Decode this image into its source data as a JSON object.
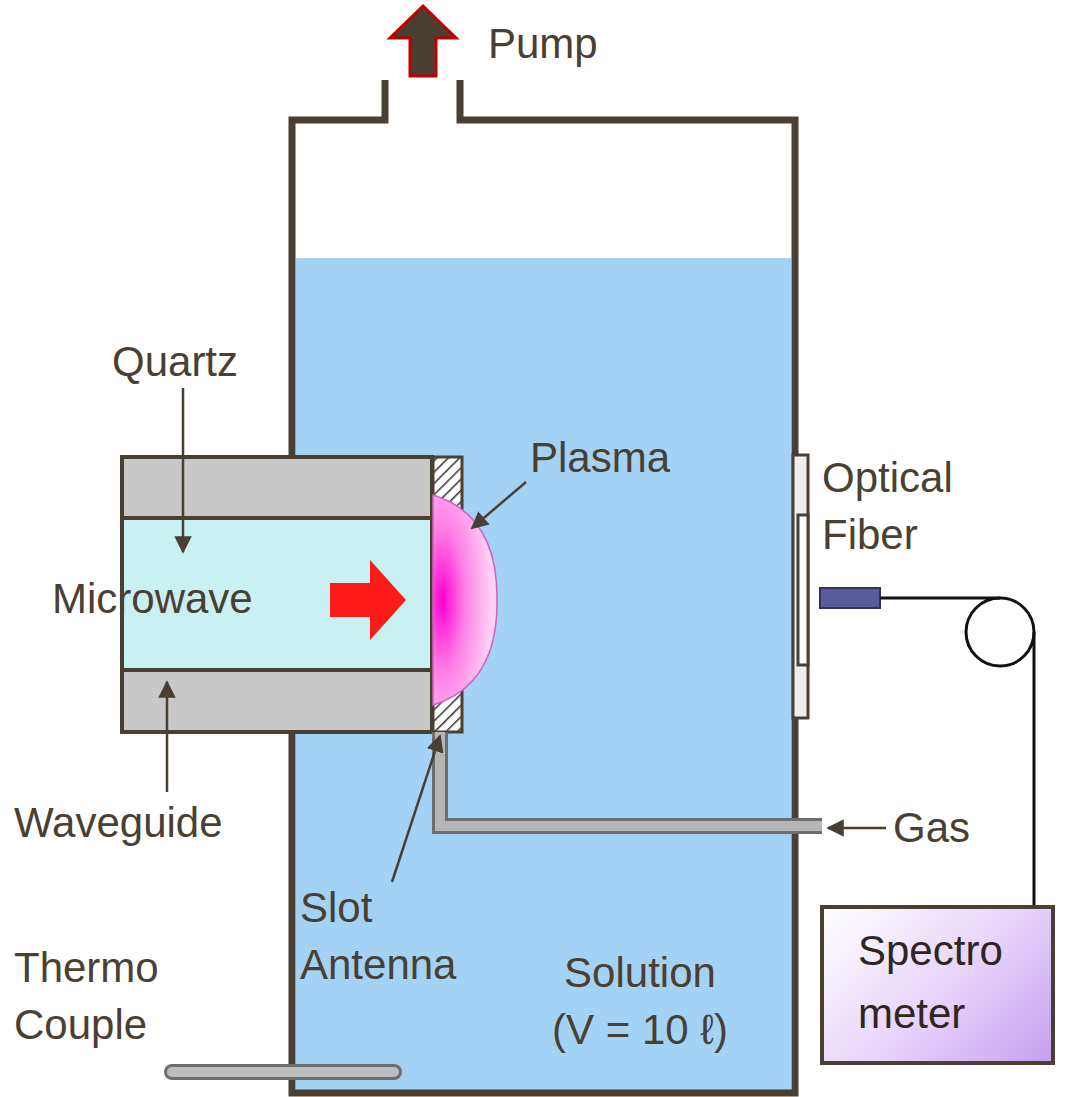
{
  "diagram": {
    "nodes": [
      {
        "text": [
          "Spectro meter"
        ]
      }
    ],
    "labels": [
      "Pump",
      "Quartz",
      "Plasma",
      "Optical Fiber",
      "Microwave",
      "Waveguide",
      "Gas",
      "Slot Antenna",
      "Thermo Couple",
      "Solution (V = 10 ℓ)"
    ]
  }
}
